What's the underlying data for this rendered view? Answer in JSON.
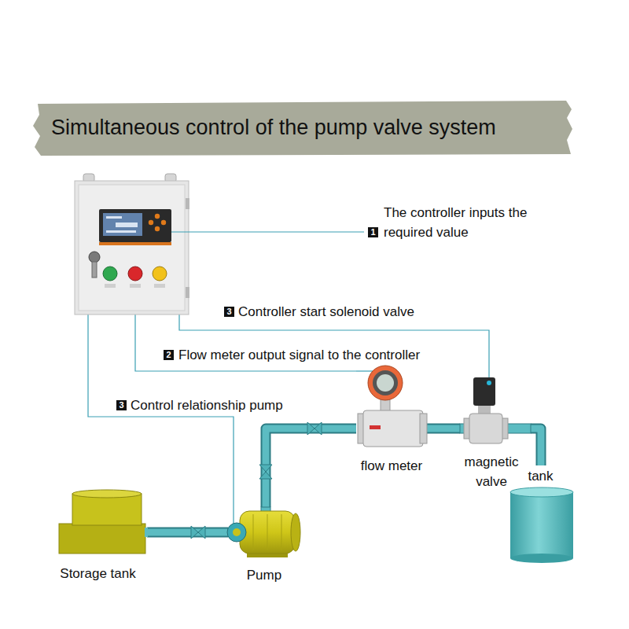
{
  "diagram": {
    "title": "Simultaneous control of the pump valve system",
    "nodes": [
      {
        "text": [
          "The controller inputs the required value"
        ]
      },
      {
        "text": [
          "flow meter"
        ]
      },
      {
        "text": [
          "magnetic valve"
        ]
      },
      {
        "text": [
          "tank"
        ]
      },
      {
        "text": [
          "Storage tank"
        ]
      },
      {
        "text": [
          "Pump"
        ]
      }
    ],
    "edges": [
      {
        "from": 0,
        "to": 2,
        "arrow": "none",
        "label": "Controller start solenoid valve"
      },
      {
        "from": 1,
        "to": 0,
        "arrow": "none",
        "label": "Flow meter output signal to the controller"
      },
      {
        "from": 0,
        "to": 5,
        "arrow": "none",
        "label": "Control relationship pump"
      },
      {
        "from": 4,
        "to": 5,
        "arrow": "none"
      },
      {
        "from": 5,
        "to": 1,
        "arrow": "none"
      },
      {
        "from": 1,
        "to": 2,
        "arrow": "none"
      },
      {
        "from": 2,
        "to": 3,
        "arrow": "none"
      }
    ],
    "labels": [
      "1",
      "3",
      "2",
      "3"
    ]
  }
}
